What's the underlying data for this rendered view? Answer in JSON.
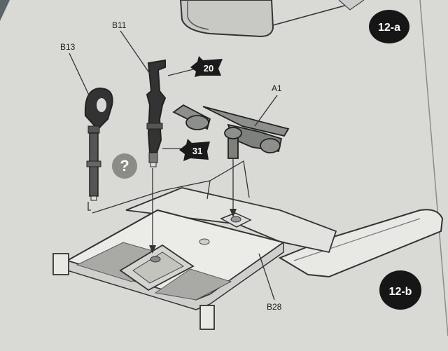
{
  "steps": [
    "12-a",
    "12-b"
  ],
  "parts": [
    "B13",
    "B11",
    "A1",
    "B28"
  ],
  "callouts": [
    "20",
    "31"
  ],
  "question_symbol": "?"
}
